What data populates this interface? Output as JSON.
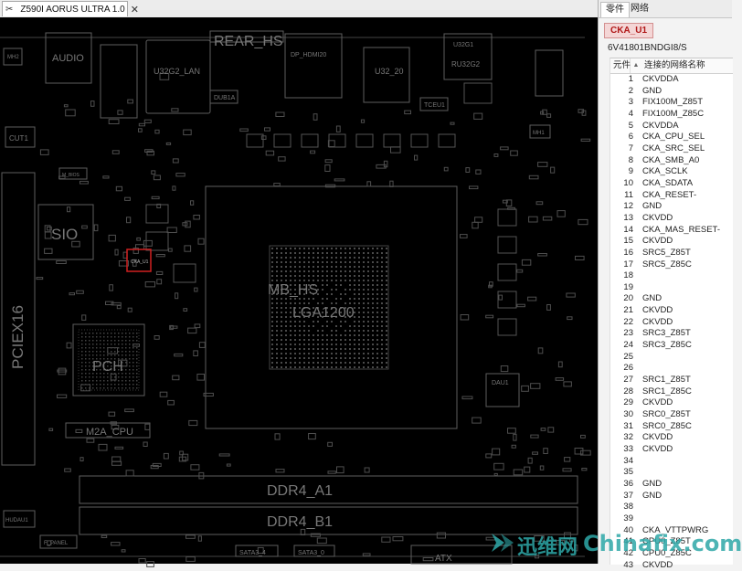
{
  "document": {
    "tab_title": "Z590I AORUS ULTRA 1.0"
  },
  "board": {
    "labels": {
      "rear_hs": "REAR_HS",
      "audio": "AUDIO",
      "u32g2_lan": "U32G2_LAN",
      "dp_hdmi": "DP_HDMI20",
      "u32_20": "U32_20",
      "u32g1": "U32G1",
      "ru32g2": "RU32G2",
      "dubia": "DUB1A",
      "tceu1": "TCEU1",
      "sio": "SIO",
      "cut1": "CUT1",
      "pciex16": "PCIEX16",
      "pch": "PCH",
      "m2a_cpu": "M2A_CPU",
      "mb_hs": "MB_HS",
      "lga1200": "LGA1200",
      "ddr4_a1": "DDR4_A1",
      "ddr4_b1": "DDR4_B1",
      "cka_u1": "CKA_U1",
      "m_bios": "M_BIOS",
      "dau1": "DAU1",
      "sata4": "SATA3_4",
      "sata0": "SATA3_0",
      "atx": "ATX",
      "f_panel": "F_PANEL",
      "hudau1": "HUDAU1",
      "mh1": "MH1",
      "mh2": "MH2"
    }
  },
  "inspector": {
    "tabs": [
      "零件",
      "网络"
    ],
    "active_tab": 0,
    "part_name": "CKA_U1",
    "part_number": "6V41801BNDGI8/S",
    "columns": {
      "pin": "元件",
      "net": "连接的网络名称"
    },
    "pins": [
      {
        "pin": "1",
        "net": "CKVDDA"
      },
      {
        "pin": "2",
        "net": "GND"
      },
      {
        "pin": "3",
        "net": "FIX100M_Z85T"
      },
      {
        "pin": "4",
        "net": "FIX100M_Z85C"
      },
      {
        "pin": "5",
        "net": "CKVDDA"
      },
      {
        "pin": "6",
        "net": "CKA_CPU_SEL"
      },
      {
        "pin": "7",
        "net": "CKA_SRC_SEL"
      },
      {
        "pin": "8",
        "net": "CKA_SMB_A0"
      },
      {
        "pin": "9",
        "net": "CKA_SCLK"
      },
      {
        "pin": "10",
        "net": "CKA_SDATA"
      },
      {
        "pin": "11",
        "net": "CKA_RESET-"
      },
      {
        "pin": "12",
        "net": "GND"
      },
      {
        "pin": "13",
        "net": "CKVDD"
      },
      {
        "pin": "14",
        "net": "CKA_MAS_RESET-"
      },
      {
        "pin": "15",
        "net": "CKVDD"
      },
      {
        "pin": "16",
        "net": "SRC5_Z85T"
      },
      {
        "pin": "17",
        "net": "SRC5_Z85C"
      },
      {
        "pin": "18",
        "net": ""
      },
      {
        "pin": "19",
        "net": ""
      },
      {
        "pin": "20",
        "net": "GND"
      },
      {
        "pin": "21",
        "net": "CKVDD"
      },
      {
        "pin": "22",
        "net": "CKVDD"
      },
      {
        "pin": "23",
        "net": "SRC3_Z85T"
      },
      {
        "pin": "24",
        "net": "SRC3_Z85C"
      },
      {
        "pin": "25",
        "net": ""
      },
      {
        "pin": "26",
        "net": ""
      },
      {
        "pin": "27",
        "net": "SRC1_Z85T"
      },
      {
        "pin": "28",
        "net": "SRC1_Z85C"
      },
      {
        "pin": "29",
        "net": "CKVDD"
      },
      {
        "pin": "30",
        "net": "SRC0_Z85T"
      },
      {
        "pin": "31",
        "net": "SRC0_Z85C"
      },
      {
        "pin": "32",
        "net": "CKVDD"
      },
      {
        "pin": "33",
        "net": "CKVDD"
      },
      {
        "pin": "34",
        "net": ""
      },
      {
        "pin": "35",
        "net": ""
      },
      {
        "pin": "36",
        "net": "GND"
      },
      {
        "pin": "37",
        "net": "GND"
      },
      {
        "pin": "38",
        "net": ""
      },
      {
        "pin": "39",
        "net": ""
      },
      {
        "pin": "40",
        "net": "CKA_VTTPWRG"
      },
      {
        "pin": "41",
        "net": "CPU0_Z85T"
      },
      {
        "pin": "42",
        "net": "CPU0_Z85C"
      },
      {
        "pin": "43",
        "net": "CKVDD"
      }
    ]
  },
  "watermark": {
    "cn": "迅维网",
    "en": "Chinafix.com"
  },
  "colors": {
    "canvas_bg": "#000000",
    "silk": "#6e6e6e",
    "highlight": "#d02020",
    "badge_text": "#b01818",
    "watermark": "#2ea8a8"
  }
}
